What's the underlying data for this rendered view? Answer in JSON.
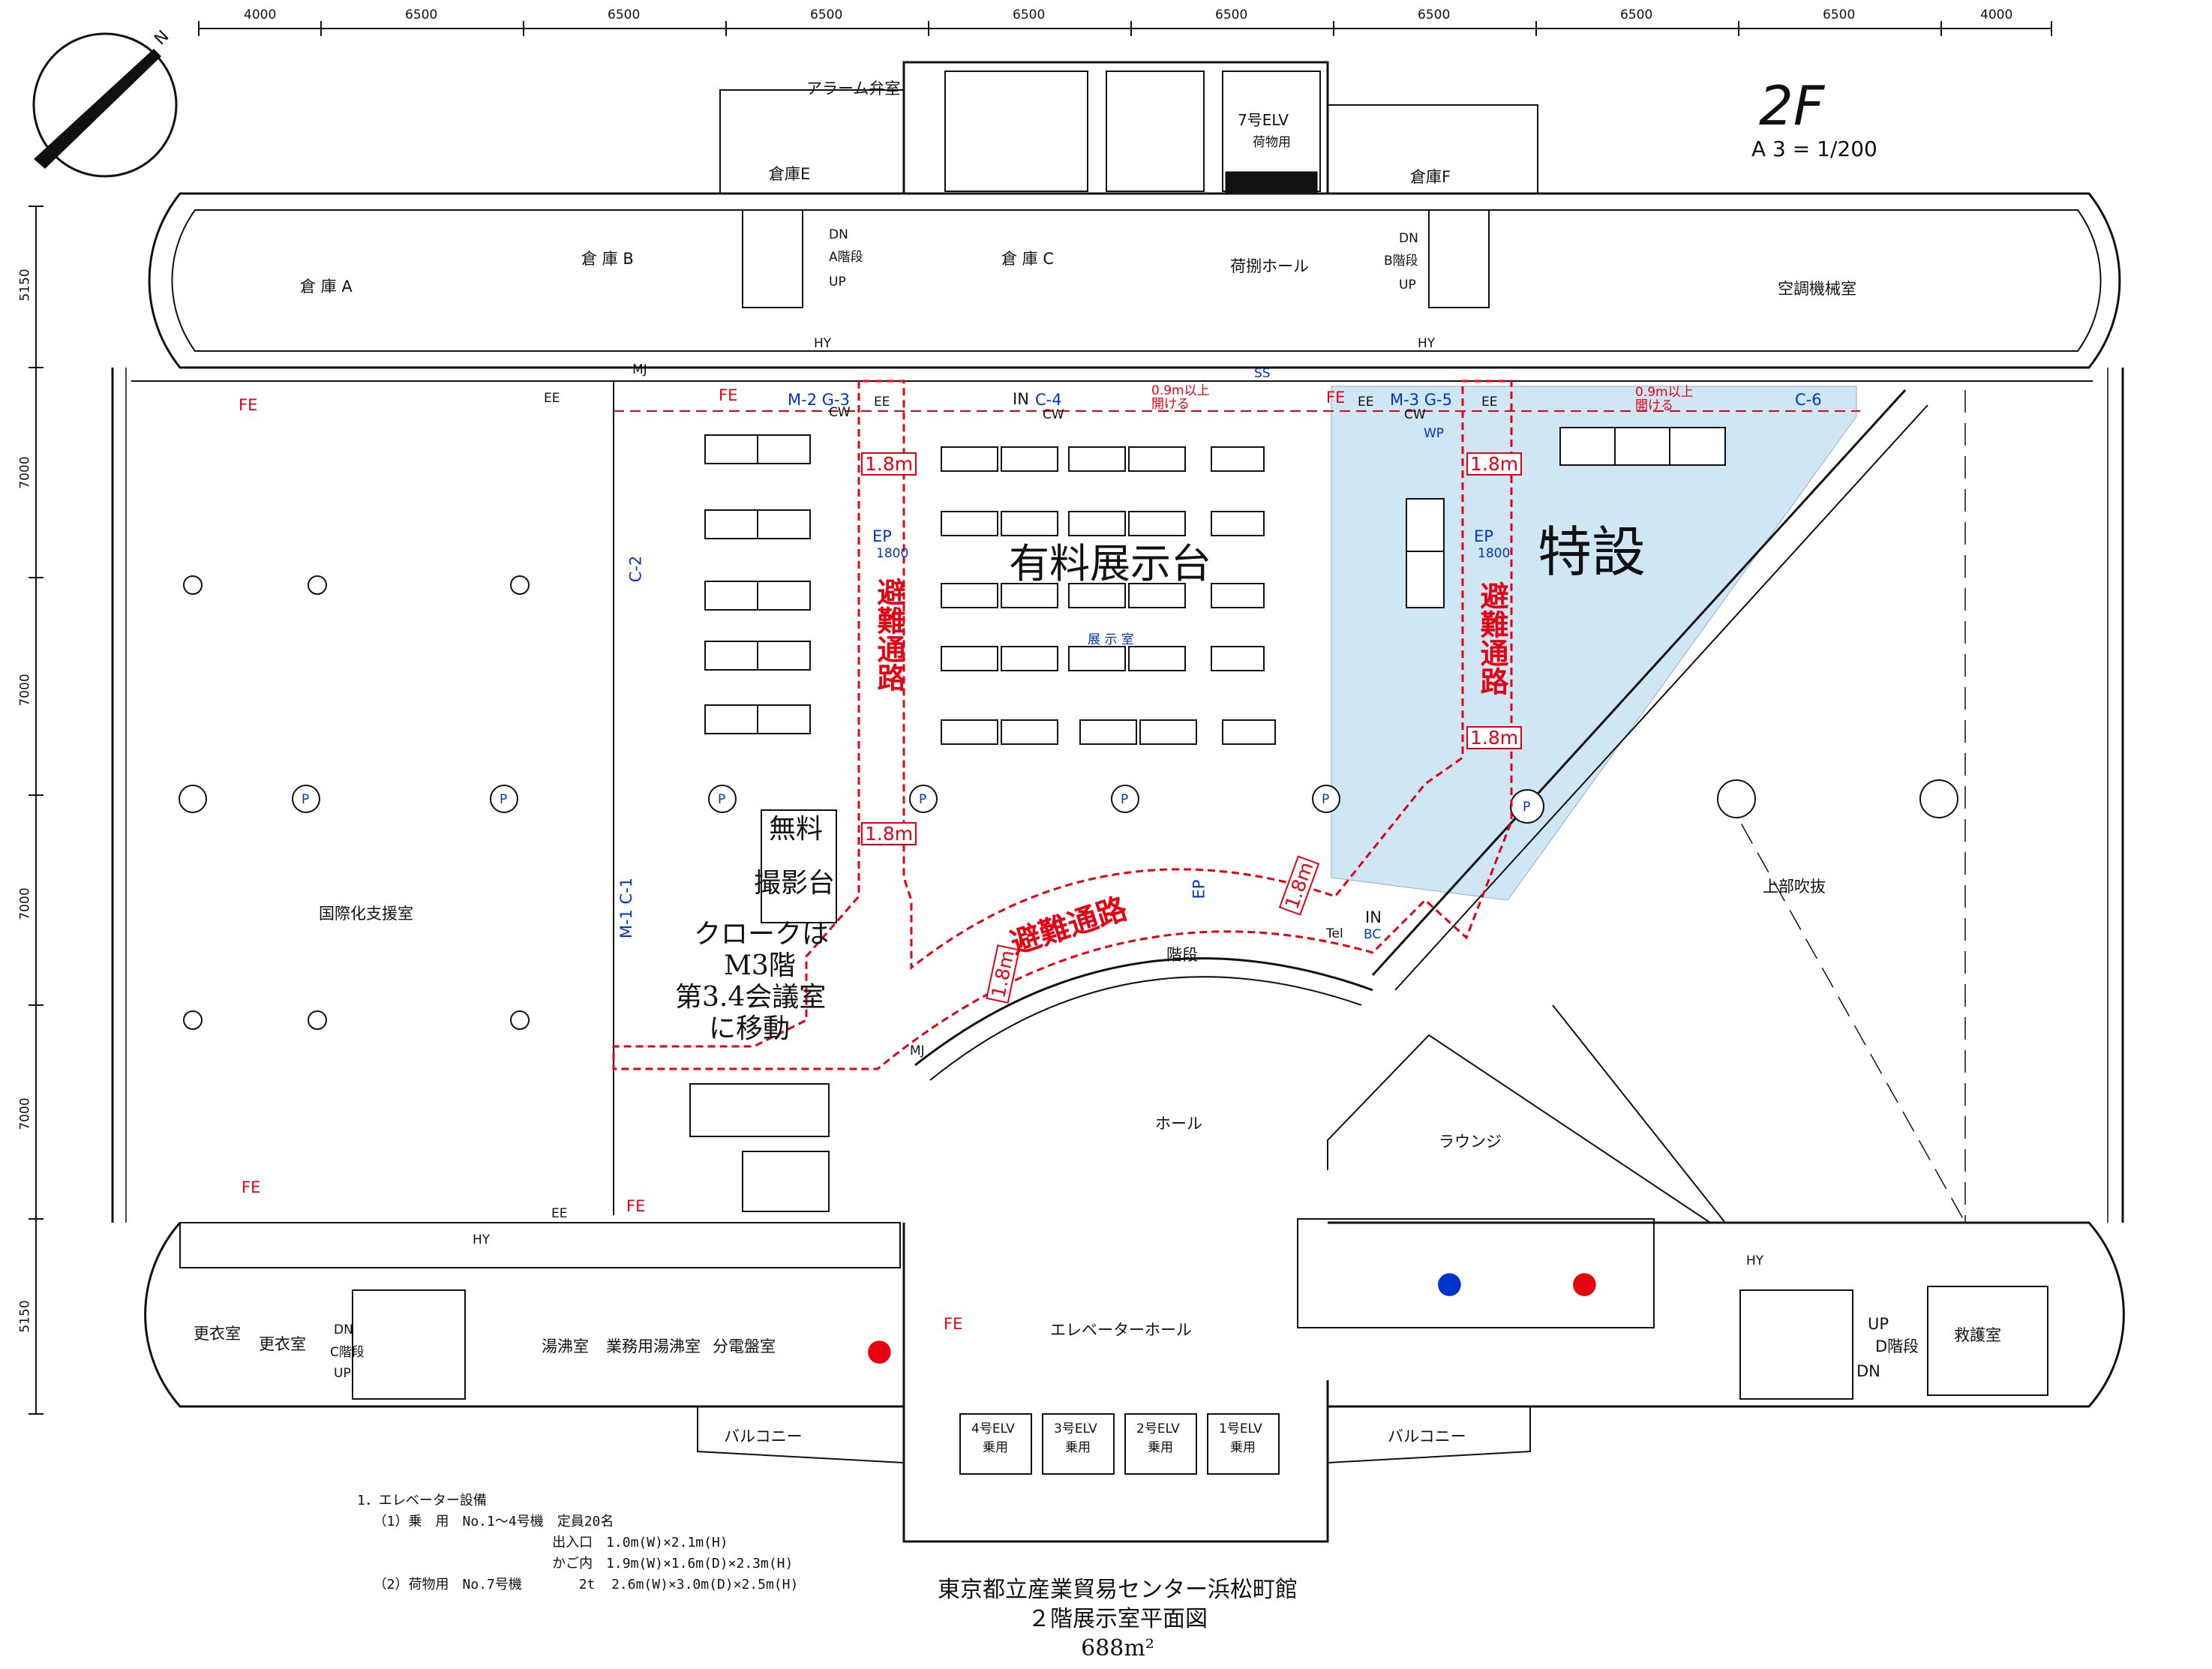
{
  "floor": "2F",
  "scale": "A 3 = 1/200",
  "north": "N",
  "dimensions": {
    "top": [
      "4000",
      "6500",
      "6500",
      "6500",
      "6500",
      "6500",
      "6500",
      "6500",
      "6500",
      "4000"
    ],
    "left": [
      "5150",
      "7000",
      "7000",
      "7000",
      "7000",
      "5150"
    ]
  },
  "rooms": {
    "alarm_valve": "アラーム弁室",
    "storage_e": "倉庫E",
    "storage_f": "倉庫F",
    "storage_a": "倉 庫 A",
    "storage_b": "倉 庫 B",
    "storage_c": "倉 庫 C",
    "cargo_hall": "荷捌ホール",
    "hvac": "空調機械室",
    "elv7": "7号ELV",
    "elv7_sub": "荷物用",
    "international": "国際化支援室",
    "exhibition_room": "展 示 室",
    "upper_void": "上部吹抜",
    "stairs": "階段",
    "hall": "ホール",
    "lounge": "ラウンジ",
    "elevator_hall": "エレベーターホール",
    "locker1": "更衣室",
    "locker2": "更衣室",
    "water1": "湯沸室",
    "water2": "業務用湯沸室",
    "electric": "分電盤室",
    "balcony_l": "バルコニー",
    "balcony_r": "バルコニー",
    "first_aid": "救護室",
    "stair_a": "A階段",
    "stair_b": "B階段",
    "stair_c": "C階段",
    "stair_d": "D階段",
    "up": "UP",
    "dn": "DN",
    "elv4": "4号ELV",
    "elv3": "3号ELV",
    "elv2": "2号ELV",
    "elv1": "1号ELV",
    "passenger": "乗用"
  },
  "markers": {
    "fe": "FE",
    "ee": "EE",
    "mj": "MJ",
    "hy": "HY",
    "ss": "SS",
    "in": "IN",
    "p": "P",
    "bc": "BC",
    "tel": "Tel",
    "ep": "EP",
    "ep_dim": "1800",
    "cw": "CW",
    "wp": "WP",
    "m2g3": "M-2 G-3",
    "c4": "C-4",
    "m3g5": "M-3 G-5",
    "c6": "C-6",
    "c2": "C-2",
    "m1c1": "M-1 C-1",
    "note_09": "0.9m以上",
    "note_open": "開ける"
  },
  "annotations": {
    "width_1_8": "1.8m",
    "evac_route": "避難通路",
    "paid_display": "有料展示台",
    "special": "特設",
    "free_photo_1": "無料",
    "free_photo_2": "撮影台",
    "cloak": [
      "クロークは",
      "M3階",
      "第3.4会議室",
      "に移動"
    ]
  },
  "notes": [
    "1．エレベーター設備",
    "  （1）乗　用　No.1～4号機　定員20名",
    "                        出入口　1.0m(W)×2.1m(H)",
    "                        かご内　1.9m(W)×1.6m(D)×2.3m(H)",
    "  （2）荷物用　No.7号機       2t  2.6m(W)×3.0m(D)×2.5m(H)"
  ],
  "caption": [
    "東京都立産業貿易センター浜松町館",
    "２階展示室平面図",
    "688m²"
  ],
  "colors": {
    "evac_red": "#e60012",
    "special_area": "#cfe6f5",
    "marker_blue": "#0033cc"
  }
}
